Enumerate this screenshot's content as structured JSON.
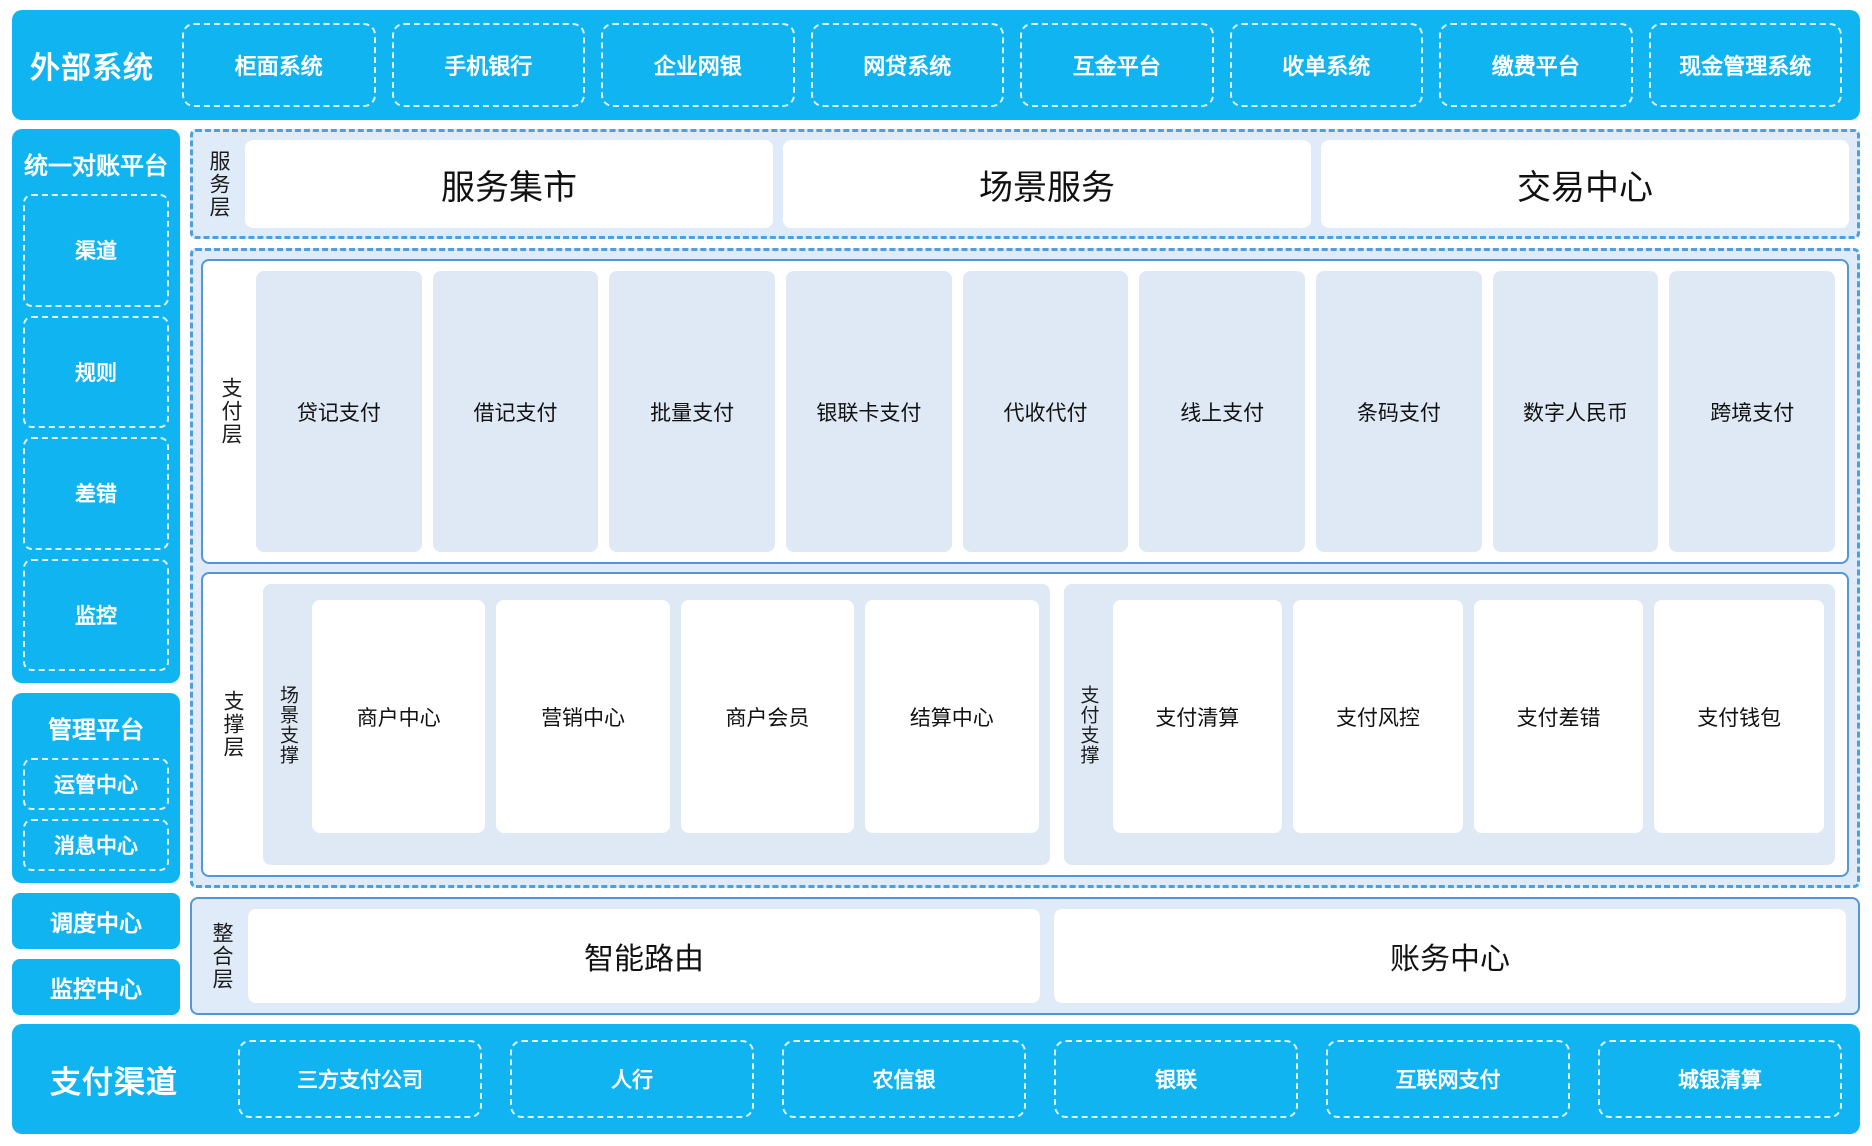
{
  "colors": {
    "brand_blue": "#0FB4F0",
    "panel_border": "#5596D8",
    "dashed_border": "#4D9FE0",
    "light_panel": "#DFEBF8",
    "tile_fill": "#DFE9F5"
  },
  "external": {
    "title": "外部系统",
    "items": [
      "柜面系统",
      "手机银行",
      "企业网银",
      "网贷系统",
      "互金平台",
      "收单系统",
      "缴费平台",
      "现金管理系统"
    ]
  },
  "sidebar": {
    "recon": {
      "title": "统一对账平台",
      "items": [
        "渠道",
        "规则",
        "差错",
        "监控"
      ]
    },
    "manage": {
      "title": "管理平台",
      "items": [
        "运管中心",
        "消息中心"
      ]
    },
    "standalone": [
      "调度中心",
      "监控中心"
    ]
  },
  "service_layer": {
    "label": "服务层",
    "items": [
      "服务集市",
      "场景服务",
      "交易中心"
    ]
  },
  "payment_layer": {
    "label": "支付层",
    "items": [
      "贷记支付",
      "借记支付",
      "批量支付",
      "银联卡支付",
      "代收代付",
      "线上支付",
      "条码支付",
      "数字人民币",
      "跨境支付"
    ]
  },
  "support_layer": {
    "label": "支撑层",
    "groups": [
      {
        "label": "场景支撑",
        "items": [
          "商户中心",
          "营销中心",
          "商户会员",
          "结算中心"
        ]
      },
      {
        "label": "支付支撑",
        "items": [
          "支付清算",
          "支付风控",
          "支付差错",
          "支付钱包"
        ]
      }
    ]
  },
  "integration_layer": {
    "label": "整合层",
    "items": [
      "智能路由",
      "账务中心"
    ]
  },
  "channel": {
    "title": "支付渠道",
    "items": [
      "三方支付公司",
      "人行",
      "农信银",
      "银联",
      "互联网支付",
      "城银清算"
    ]
  }
}
